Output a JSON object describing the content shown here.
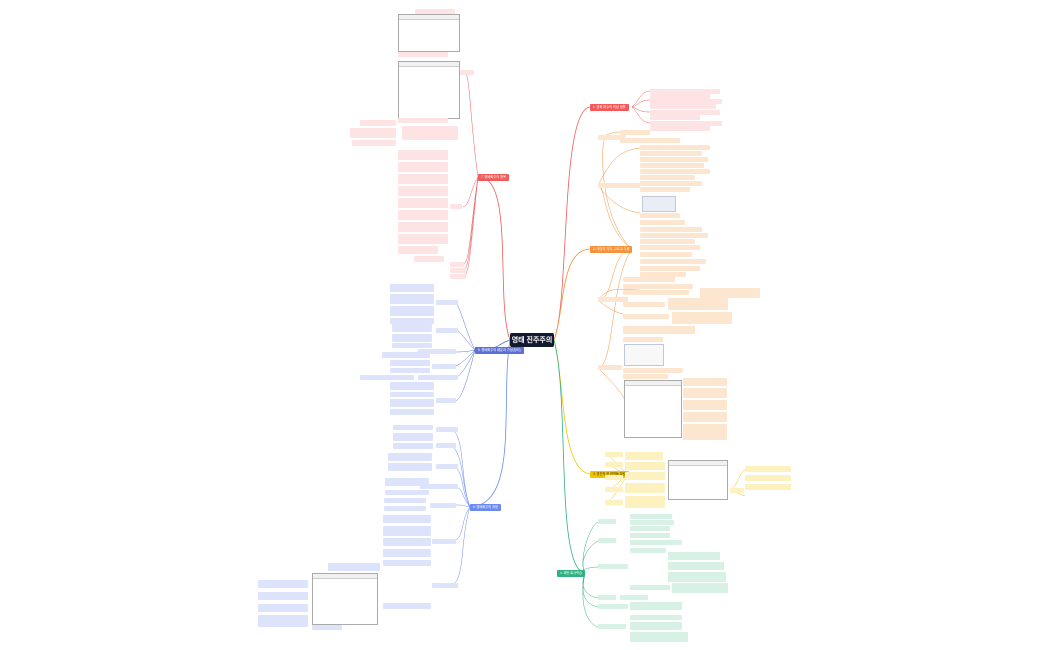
{
  "root": {
    "title": "영태 진주주의"
  },
  "branches": [
    {
      "id": "b1",
      "label": "1. 영화 파수의 이십 생활",
      "color": "#f25a5a"
    },
    {
      "id": "b2",
      "label": "2. 개인의 가치, 고르고 고율",
      "color": "#f7923a"
    },
    {
      "id": "b3",
      "label": "3. 영진적 한 영역들 알림",
      "color": "#f2c500"
    },
    {
      "id": "b4",
      "label": "4. 패턴 회사학습",
      "color": "#2fb27f"
    },
    {
      "id": "b5",
      "label": "5. 명배화주의 배분과 가정(정리)",
      "color": "#5a6fd8"
    },
    {
      "id": "b6",
      "label": "6. 명배화주의 과정",
      "color": "#6b8af0"
    },
    {
      "id": "b7",
      "label": "7. 명배화주의 항목",
      "color": "#f25a5a"
    }
  ],
  "colors": {
    "root_bg": "#111a2e",
    "red": "#f25a5a",
    "orange": "#f7923a",
    "yellow": "#f2c500",
    "green": "#2fb27f",
    "blue": "#5a6fd8",
    "blue2": "#6b8af0"
  }
}
